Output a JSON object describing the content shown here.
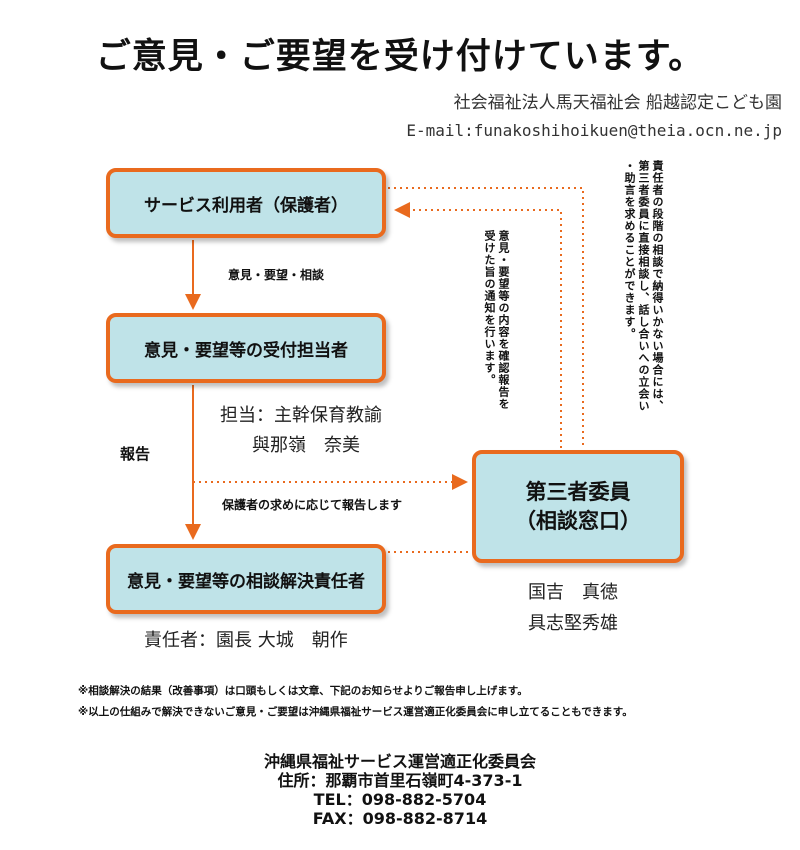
{
  "title": "ご意見・ご要望を受け付けています。",
  "org": "社会福祉法人馬天福祉会 船越認定こども園",
  "email": "E-mail:funakoshihoikuen@theia.ocn.ne.jp",
  "boxes": {
    "user": "サービス利用者（保護者）",
    "receiver": "意見・要望等の受付担当者",
    "resolver": "意見・要望等の相談解決責任者",
    "third_line1": "第三者委員",
    "third_line2": "（相談窓口）"
  },
  "labels": {
    "opinions": "意見・要望・相談",
    "report": "報告",
    "guardian_request": "保護者の求めに応じて報告します"
  },
  "vertical_notes": {
    "notify": "意見・要望等の内容を確認報告を\n受けた旨の通知を行います。",
    "direct": "責任者の段階の相談で納得いかない場合には、\n第三者委員に直接相談し、話し合いへの立会い\n・助言を求めることができます。"
  },
  "people": {
    "tantou_line1": "担当：主幹保育教諭",
    "tantou_line2": "與那嶺　奈美",
    "third_name1": "国吉　真徳",
    "third_name2": "具志堅秀雄",
    "responsible": "責任者：園長 大城　朝作"
  },
  "notes": [
    "※相談解決の結果（改善事項）は口頭もしくは文章、下記のお知らせよりご報告申し上げます。",
    "※以上の仕組みで解決できないご意見・ご要望は沖縄県福祉サービス運営適正化委員会に申し立てることもできます。"
  ],
  "footer": {
    "org": "沖縄県福祉サービス運営適正化委員会",
    "address": "住所：那覇市首里石嶺町4-373-1",
    "tel": "TEL：098-882-5704",
    "fax": "FAX：098-882-8714"
  },
  "colors": {
    "accent": "#e96a1e",
    "box_fill": "#bfe3e8"
  }
}
